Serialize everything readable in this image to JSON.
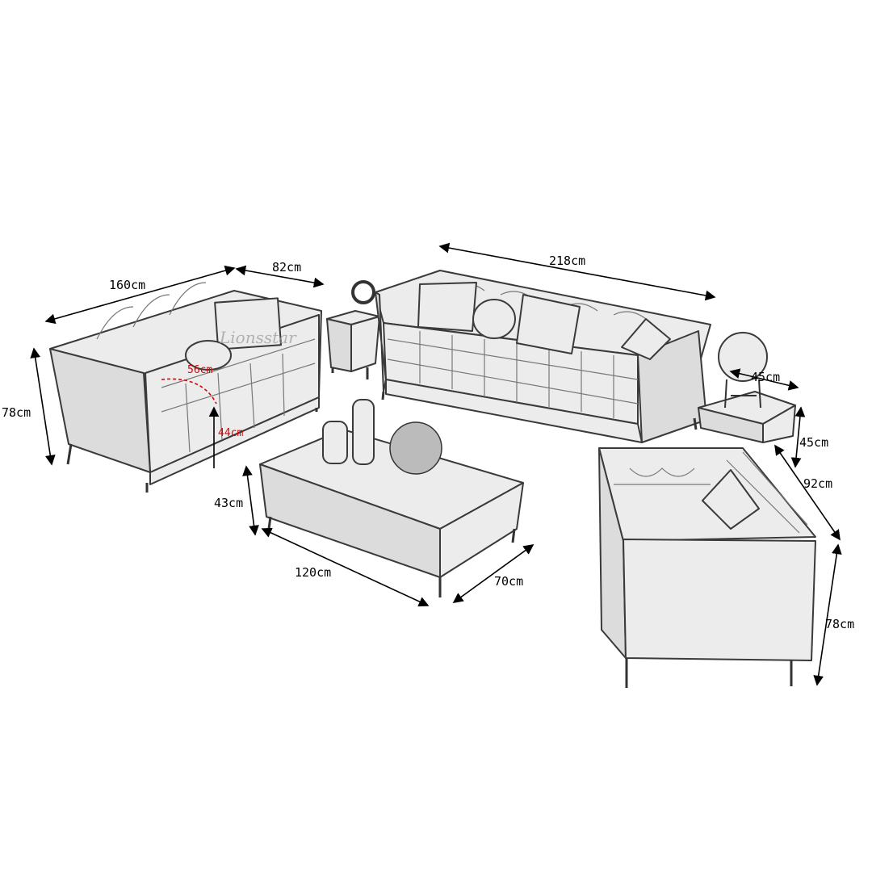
{
  "watermark": "Lionsstar",
  "loveseat": {
    "width": "160cm",
    "depth": "82cm",
    "height": "78cm",
    "seat_depth": "56cm",
    "seat_height": "44cm"
  },
  "sofa": {
    "width": "218cm"
  },
  "side_table": {
    "width": "45cm",
    "height": "45cm"
  },
  "armchair": {
    "depth": "92cm",
    "height": "78cm"
  },
  "coffee_table": {
    "height": "43cm",
    "width": "120cm",
    "depth": "70cm"
  },
  "colors": {
    "accent_red": "#e00000"
  }
}
